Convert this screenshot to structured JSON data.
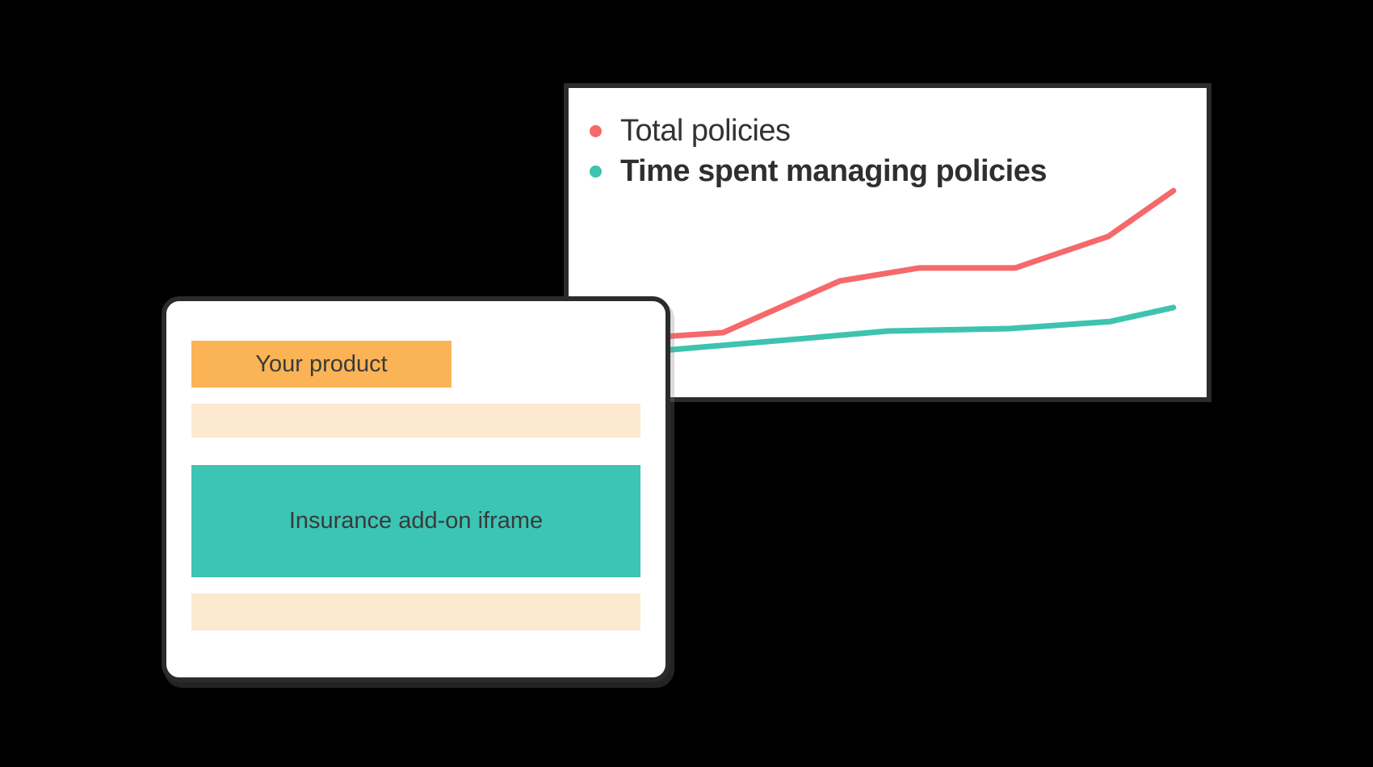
{
  "chart_data": {
    "type": "line",
    "title": "",
    "xlabel": "",
    "ylabel": "",
    "axes_visible": false,
    "gridlines": false,
    "legend_position": "top-left",
    "note": "Illustrative trend chart without axis ticks: total policies grows steeply while time spent managing policies stays nearly flat; point coordinates are percent of plot area, y measured from top.",
    "series": [
      {
        "name": "Total policies",
        "color": "#F5696A",
        "label_weight": "regular",
        "points_pct": [
          [
            3.3,
            82.5
          ],
          [
            16.3,
            80.2
          ],
          [
            24.2,
            79.1
          ],
          [
            42.5,
            62.4
          ],
          [
            54.9,
            58.2
          ],
          [
            70.0,
            58.2
          ],
          [
            84.6,
            48.0
          ],
          [
            94.8,
            33.2
          ]
        ]
      },
      {
        "name": "Time spent managing policies",
        "color": "#3EC3AE",
        "label_weight": "bold",
        "points_pct": [
          [
            3.3,
            85.9
          ],
          [
            16.3,
            84.6
          ],
          [
            37.5,
            80.9
          ],
          [
            50.1,
            78.6
          ],
          [
            69.1,
            77.8
          ],
          [
            84.9,
            75.5
          ],
          [
            94.8,
            71.0
          ]
        ]
      }
    ]
  },
  "mockup": {
    "product_label": "Your product",
    "iframe_label": "Insurance add-on iframe"
  },
  "colors": {
    "background": "#000000",
    "card_border": "#2B2B2B",
    "card_bg": "#FFFFFF",
    "accent_orange": "#FBB455",
    "accent_peach": "#FCE9D0",
    "accent_teal": "#3CC4B4",
    "line_red": "#F5696A",
    "line_teal": "#3EC3AE",
    "text": "#3A3A3A"
  }
}
